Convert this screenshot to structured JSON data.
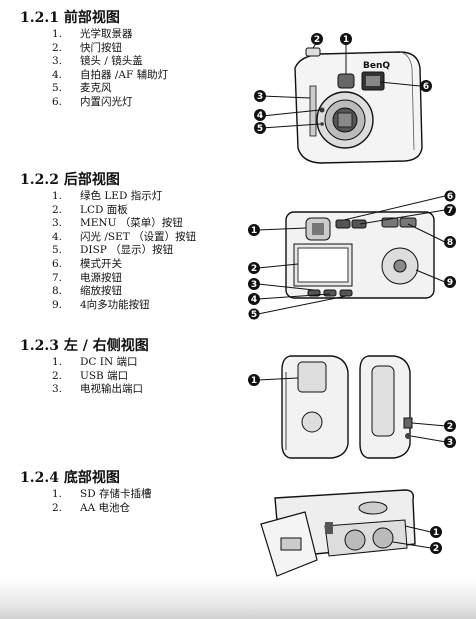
{
  "sections": [
    {
      "title": "1.2.1 前部视图",
      "items": [
        {
          "n": "1.",
          "text": "光学取景器"
        },
        {
          "n": "2.",
          "text": "快门按钮"
        },
        {
          "n": "3.",
          "text": "镜头 / 镜头盖"
        },
        {
          "n": "4.",
          "text": "自拍器 /AF 辅助灯"
        },
        {
          "n": "5.",
          "text": "麦克风"
        },
        {
          "n": "6.",
          "text": "内置闪光灯"
        }
      ]
    },
    {
      "title": "1.2.2 后部视图",
      "items": [
        {
          "n": "1.",
          "text": "绿色 LED 指示灯"
        },
        {
          "n": "2.",
          "text": "LCD 面板"
        },
        {
          "n": "3.",
          "text": "MENU （菜单）按钮"
        },
        {
          "n": "4.",
          "text": "闪光 /SET （设置）按钮"
        },
        {
          "n": "5.",
          "text": "DISP （显示）按钮"
        },
        {
          "n": "6.",
          "text": "模式开关"
        },
        {
          "n": "7.",
          "text": "电源按钮"
        },
        {
          "n": "8.",
          "text": "缩放按钮"
        },
        {
          "n": "9.",
          "text": "4向多功能按钮"
        }
      ]
    },
    {
      "title": "1.2.3 左 / 右侧视图",
      "items": [
        {
          "n": "1.",
          "text": "DC IN 端口"
        },
        {
          "n": "2.",
          "text": "USB 端口"
        },
        {
          "n": "3.",
          "text": "电视输出端口"
        }
      ]
    },
    {
      "title": "1.2.4 底部视图",
      "items": [
        {
          "n": "1.",
          "text": "SD 存储卡插槽"
        },
        {
          "n": "2.",
          "text": "AA 电池仓"
        }
      ]
    }
  ],
  "figures": {
    "front": {
      "brand": "BenQ",
      "callouts": [
        "1",
        "2",
        "3",
        "4",
        "5",
        "6"
      ]
    },
    "rear": {
      "callouts": [
        "1",
        "2",
        "3",
        "4",
        "5",
        "6",
        "7",
        "8",
        "9"
      ]
    },
    "side": {
      "callouts": [
        "1",
        "2",
        "3"
      ]
    },
    "bottom": {
      "callouts": [
        "1",
        "2"
      ]
    }
  }
}
